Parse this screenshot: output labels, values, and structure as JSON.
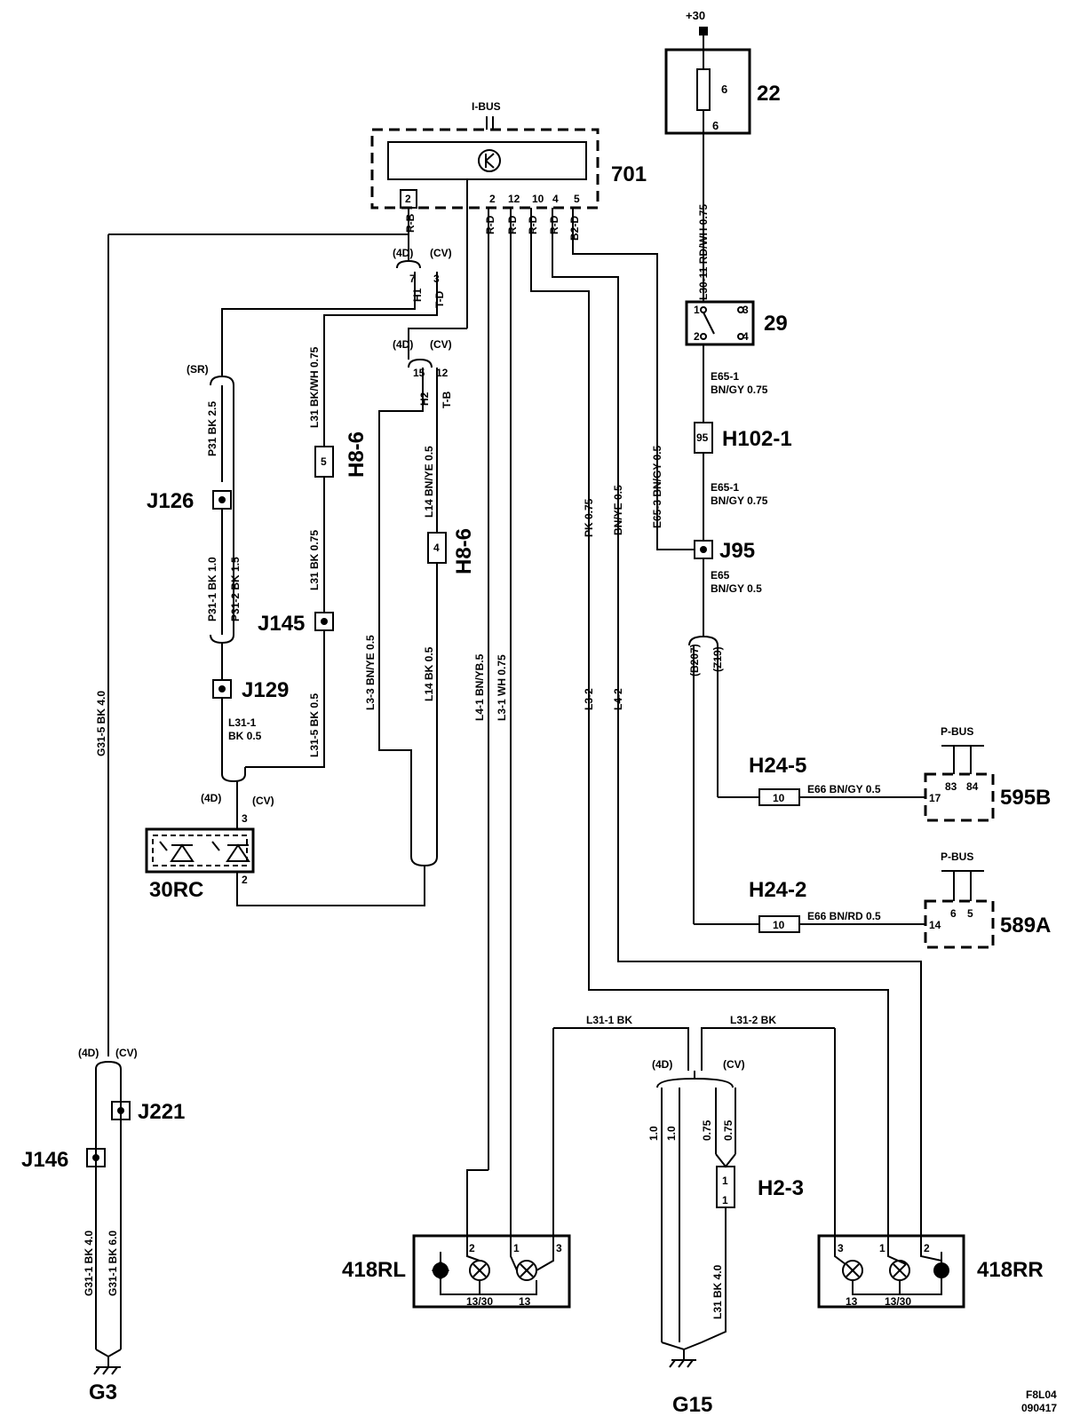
{
  "components": {
    "fuse_block": "22",
    "fuse_value": "6",
    "fuse_pin": "6",
    "supply": "+30",
    "module": "701",
    "ibus": "I-BUS",
    "relay": "29",
    "relay_pins": [
      "1",
      "3",
      "2",
      "4"
    ],
    "h102": "H102-1",
    "h102_pin": "95",
    "j95": "J95",
    "h24_5": "H24-5",
    "h24_5_pin": "10",
    "h24_2": "H24-2",
    "h24_2_pin": "10",
    "m595": "595B",
    "m595_pins": [
      "83",
      "84",
      "17"
    ],
    "m589": "589A",
    "m589_pins": [
      "6",
      "5",
      "14"
    ],
    "pbus": "P-BUS",
    "j126": "J126",
    "j129": "J129",
    "j145": "J145",
    "h8_6a": "H8-6",
    "h8_6a_pin": "5",
    "h8_6b": "H8-6",
    "h8_6b_pin": "4",
    "led30rc": "30RC",
    "led_pins": [
      "3",
      "2"
    ],
    "j221": "J221",
    "j146": "J146",
    "g3": "G3",
    "g15": "G15",
    "h2_3": "H2-3",
    "h2_3_pins": [
      "1",
      "1"
    ],
    "lamp_rl": "418RL",
    "lamp_rr": "418RR",
    "rl_pins": [
      "2",
      "1",
      "3"
    ],
    "rr_pins": [
      "3",
      "1",
      "2"
    ],
    "lamp_labels": [
      "13/30",
      "13"
    ],
    "code": [
      "F8L04",
      "090417"
    ]
  },
  "module_pins": {
    "p2a": "2",
    "p2b": "2",
    "p12": "12",
    "p10": "10",
    "p4": "4",
    "p5": "5",
    "w_rb": "R-B",
    "w_rd1": "R-D",
    "w_rd2": "R-D",
    "w_rd3": "R-D",
    "w_rd4": "R-D",
    "w_b2d": "B2-D"
  },
  "variants": {
    "d4": "(4D)",
    "cv": "(CV)",
    "sr": "(SR)",
    "b207": "(B207)",
    "z19": "(Z19)"
  },
  "conn_pins": {
    "c1_7": "7",
    "c1_3": "3",
    "c1_h1": "H1",
    "c1_td": "T-D",
    "c2_15": "15",
    "c2_12": "12",
    "c2_h2": "H2",
    "c2_tb": "T-B"
  },
  "wires": {
    "l3011": "L30-11  RD/WH  0.75",
    "e651a": "E65-1",
    "e651a_b": "BN/GY  0.75",
    "e651b": "E65-1",
    "e651b_b": "BN/GY  0.75",
    "e653": "E65-3  BN/GY  0.5",
    "e65": "E65",
    "e65_b": "BN/GY  0.5",
    "e66_5": "E66     BN/GY     0.5",
    "e66_2": "E66     BN/RD     0.5",
    "pk": "PK          0.75",
    "bnye": "BN/YE   0.5",
    "l32": "L3-2",
    "l42": "L4-2",
    "l41": "L4-1  BN/YB.5",
    "l31w": "L3-1  WH  0.75",
    "l14a": "L14  BN/YE  0.5",
    "l14b": "L14   BK   0.5",
    "l33": "L3-3   BN/YE  0.5",
    "l31bkwh": "L31   BK/WH   0.75",
    "l31bk": "L31   BK   0.75",
    "l315": "L31-5  BK  0.5",
    "l311": "L31-1",
    "l311b": "BK    0.5",
    "p31": "P31  BK  2.5",
    "p311": "P31-1  BK  1.0",
    "p312": "P31-2  BK  1.5",
    "g315": "G31-5       BK   4.0",
    "g311a": "G31-1   BK  4.0",
    "g311b": "G31-1   BK  6.0",
    "l311bk": "L31-1  BK",
    "l312bk": "L31-2   BK",
    "g10a": "1.0",
    "g10b": "1.0",
    "g075a": "0.75",
    "g075b": "0.75",
    "l31g": "L31     BK  4.0"
  }
}
